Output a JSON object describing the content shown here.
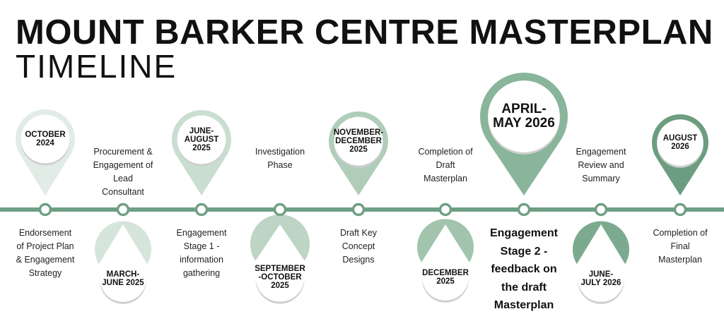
{
  "title": {
    "line1": "MOUNT BARKER CENTRE MASTERPLAN",
    "line2": "TIMELINE"
  },
  "colors": {
    "line": "#6f9f84",
    "node_fill": "#ffffff",
    "shadow": "#cfcfcf"
  },
  "milestones": [
    {
      "date": "OCTOBER\n2024",
      "label": "Endorsement\nof Project Plan\n& Engagement\nStrategy",
      "color": "#e1ece6"
    },
    {
      "date": "MARCH-\nJUNE 2025",
      "label": "Procurement &\nEngagement of\nLead\nConsultant",
      "color": "#d6e5db"
    },
    {
      "date": "JUNE-\nAUGUST\n2025",
      "label": "Engagement\nStage 1 -\ninformation\ngathering",
      "color": "#c9ddd0"
    },
    {
      "date": "SEPTEMBER\n-OCTOBER\n2025",
      "label": "Investigation\nPhase",
      "color": "#bdd5c5"
    },
    {
      "date": "NOVEMBER-\nDECEMBER\n2025",
      "label": "Draft Key\nConcept\nDesigns",
      "color": "#b0cdb9"
    },
    {
      "date": "DECEMBER\n2025",
      "label": "Completion of\nDraft\nMasterplan",
      "color": "#a2c4ad"
    },
    {
      "date": "APRIL-\nMAY 2026",
      "label": "Engagement\nStage 2 -\nfeedback on\nthe draft\nMasterplan",
      "color": "#89b59b"
    },
    {
      "date": "JUNE-\nJULY 2026",
      "label": "Engagement\nReview and\nSummary",
      "color": "#7caa8e"
    },
    {
      "date": "AUGUST\n2026",
      "label": "Completion of\nFinal\nMasterplan",
      "color": "#6c9d80"
    }
  ]
}
